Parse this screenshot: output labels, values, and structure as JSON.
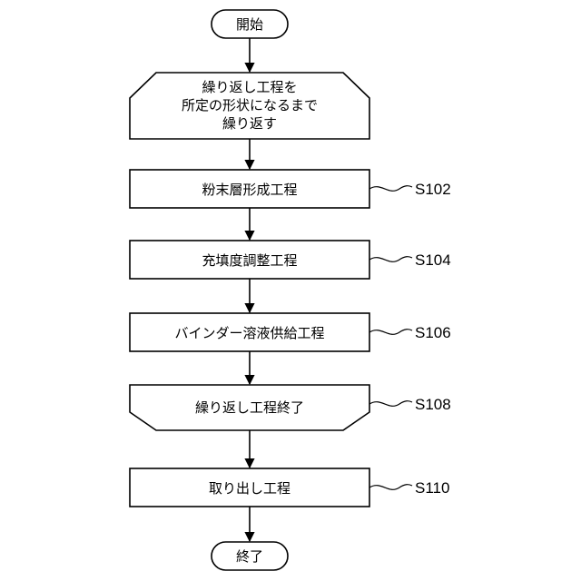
{
  "flowchart": {
    "start": "開始",
    "loop_start": [
      "繰り返し工程を",
      "所定の形状になるまで",
      "繰り返す"
    ],
    "steps": [
      {
        "text": "粉末層形成工程",
        "id": "S102"
      },
      {
        "text": "充填度調整工程",
        "id": "S104"
      },
      {
        "text": "バインダー溶液供給工程",
        "id": "S106"
      }
    ],
    "loop_end": {
      "text": "繰り返し工程終了",
      "id": "S108"
    },
    "final_step": {
      "text": "取り出し工程",
      "id": "S110"
    },
    "end": "終了"
  }
}
